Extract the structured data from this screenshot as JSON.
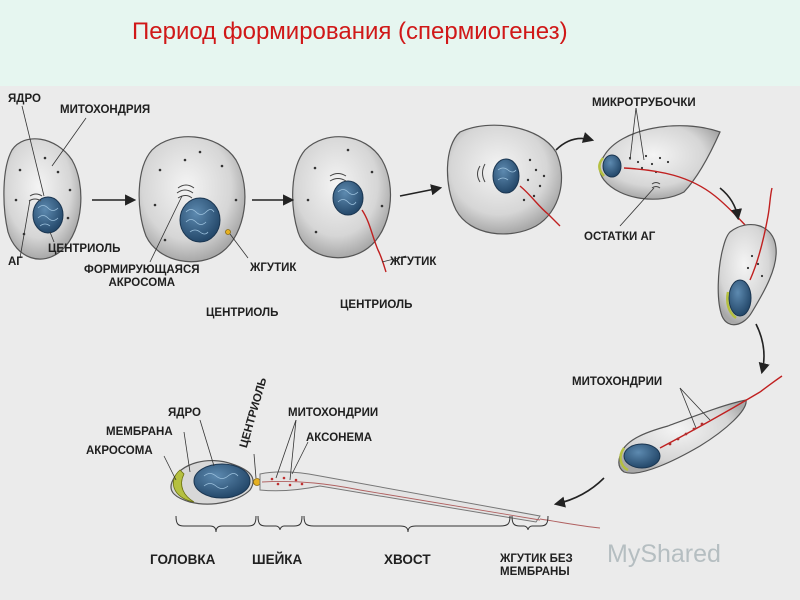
{
  "title": "Период формирования (спермиогенез)",
  "labels": {
    "yadro": "ЯДРО",
    "mitohondriya": "МИТОХОНДРИЯ",
    "ag": "АГ",
    "centriol_1": "ЦЕНТРИОЛЬ",
    "form_akrosoma": "ФОРМИРУЮЩАЯСЯ\nАКРОСОМА",
    "zhgutik_1": "ЖГУТИК",
    "centriol_2": "ЦЕНТРИОЛЬ",
    "zhgutik_2": "ЖГУТИК",
    "centriol_3": "ЦЕНТРИОЛЬ",
    "mikrotrubochki": "МИКРОТРУБОЧКИ",
    "ostatki_ag": "ОСТАТКИ АГ",
    "mitohondrii_1": "МИТОХОНДРИИ",
    "yadro_2": "ЯДРО",
    "membrana": "МЕМБРАНА",
    "akrosoma": "АКРОСОМА",
    "centriol_rot": "ЦЕНТРИОЛЬ",
    "mitohondrii_2": "МИТОХОНДРИИ",
    "aksonema": "АКСОНЕМА",
    "golovka": "ГОЛОВКА",
    "sheyka": "ШЕЙКА",
    "hvost": "ХВОСТ",
    "zhgutik_bez": "ЖГУТИК БЕЗ\nМЕМБРАНЫ"
  },
  "watermark": "MyShared",
  "colors": {
    "title": "#d01818",
    "header_bg": "#e6f6f0",
    "nucleus": "#3e6a90",
    "flagellum": "#c02020"
  }
}
